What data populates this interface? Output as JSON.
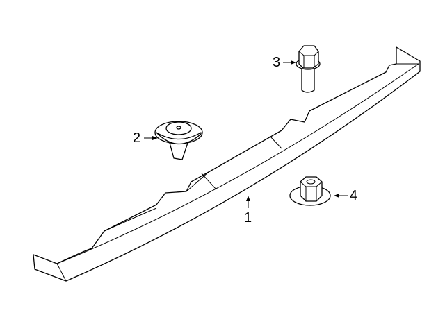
{
  "callouts": [
    {
      "label": "1",
      "part": "bar"
    },
    {
      "label": "2",
      "part": "push-clip"
    },
    {
      "label": "3",
      "part": "bolt"
    },
    {
      "label": "4",
      "part": "nut"
    }
  ]
}
